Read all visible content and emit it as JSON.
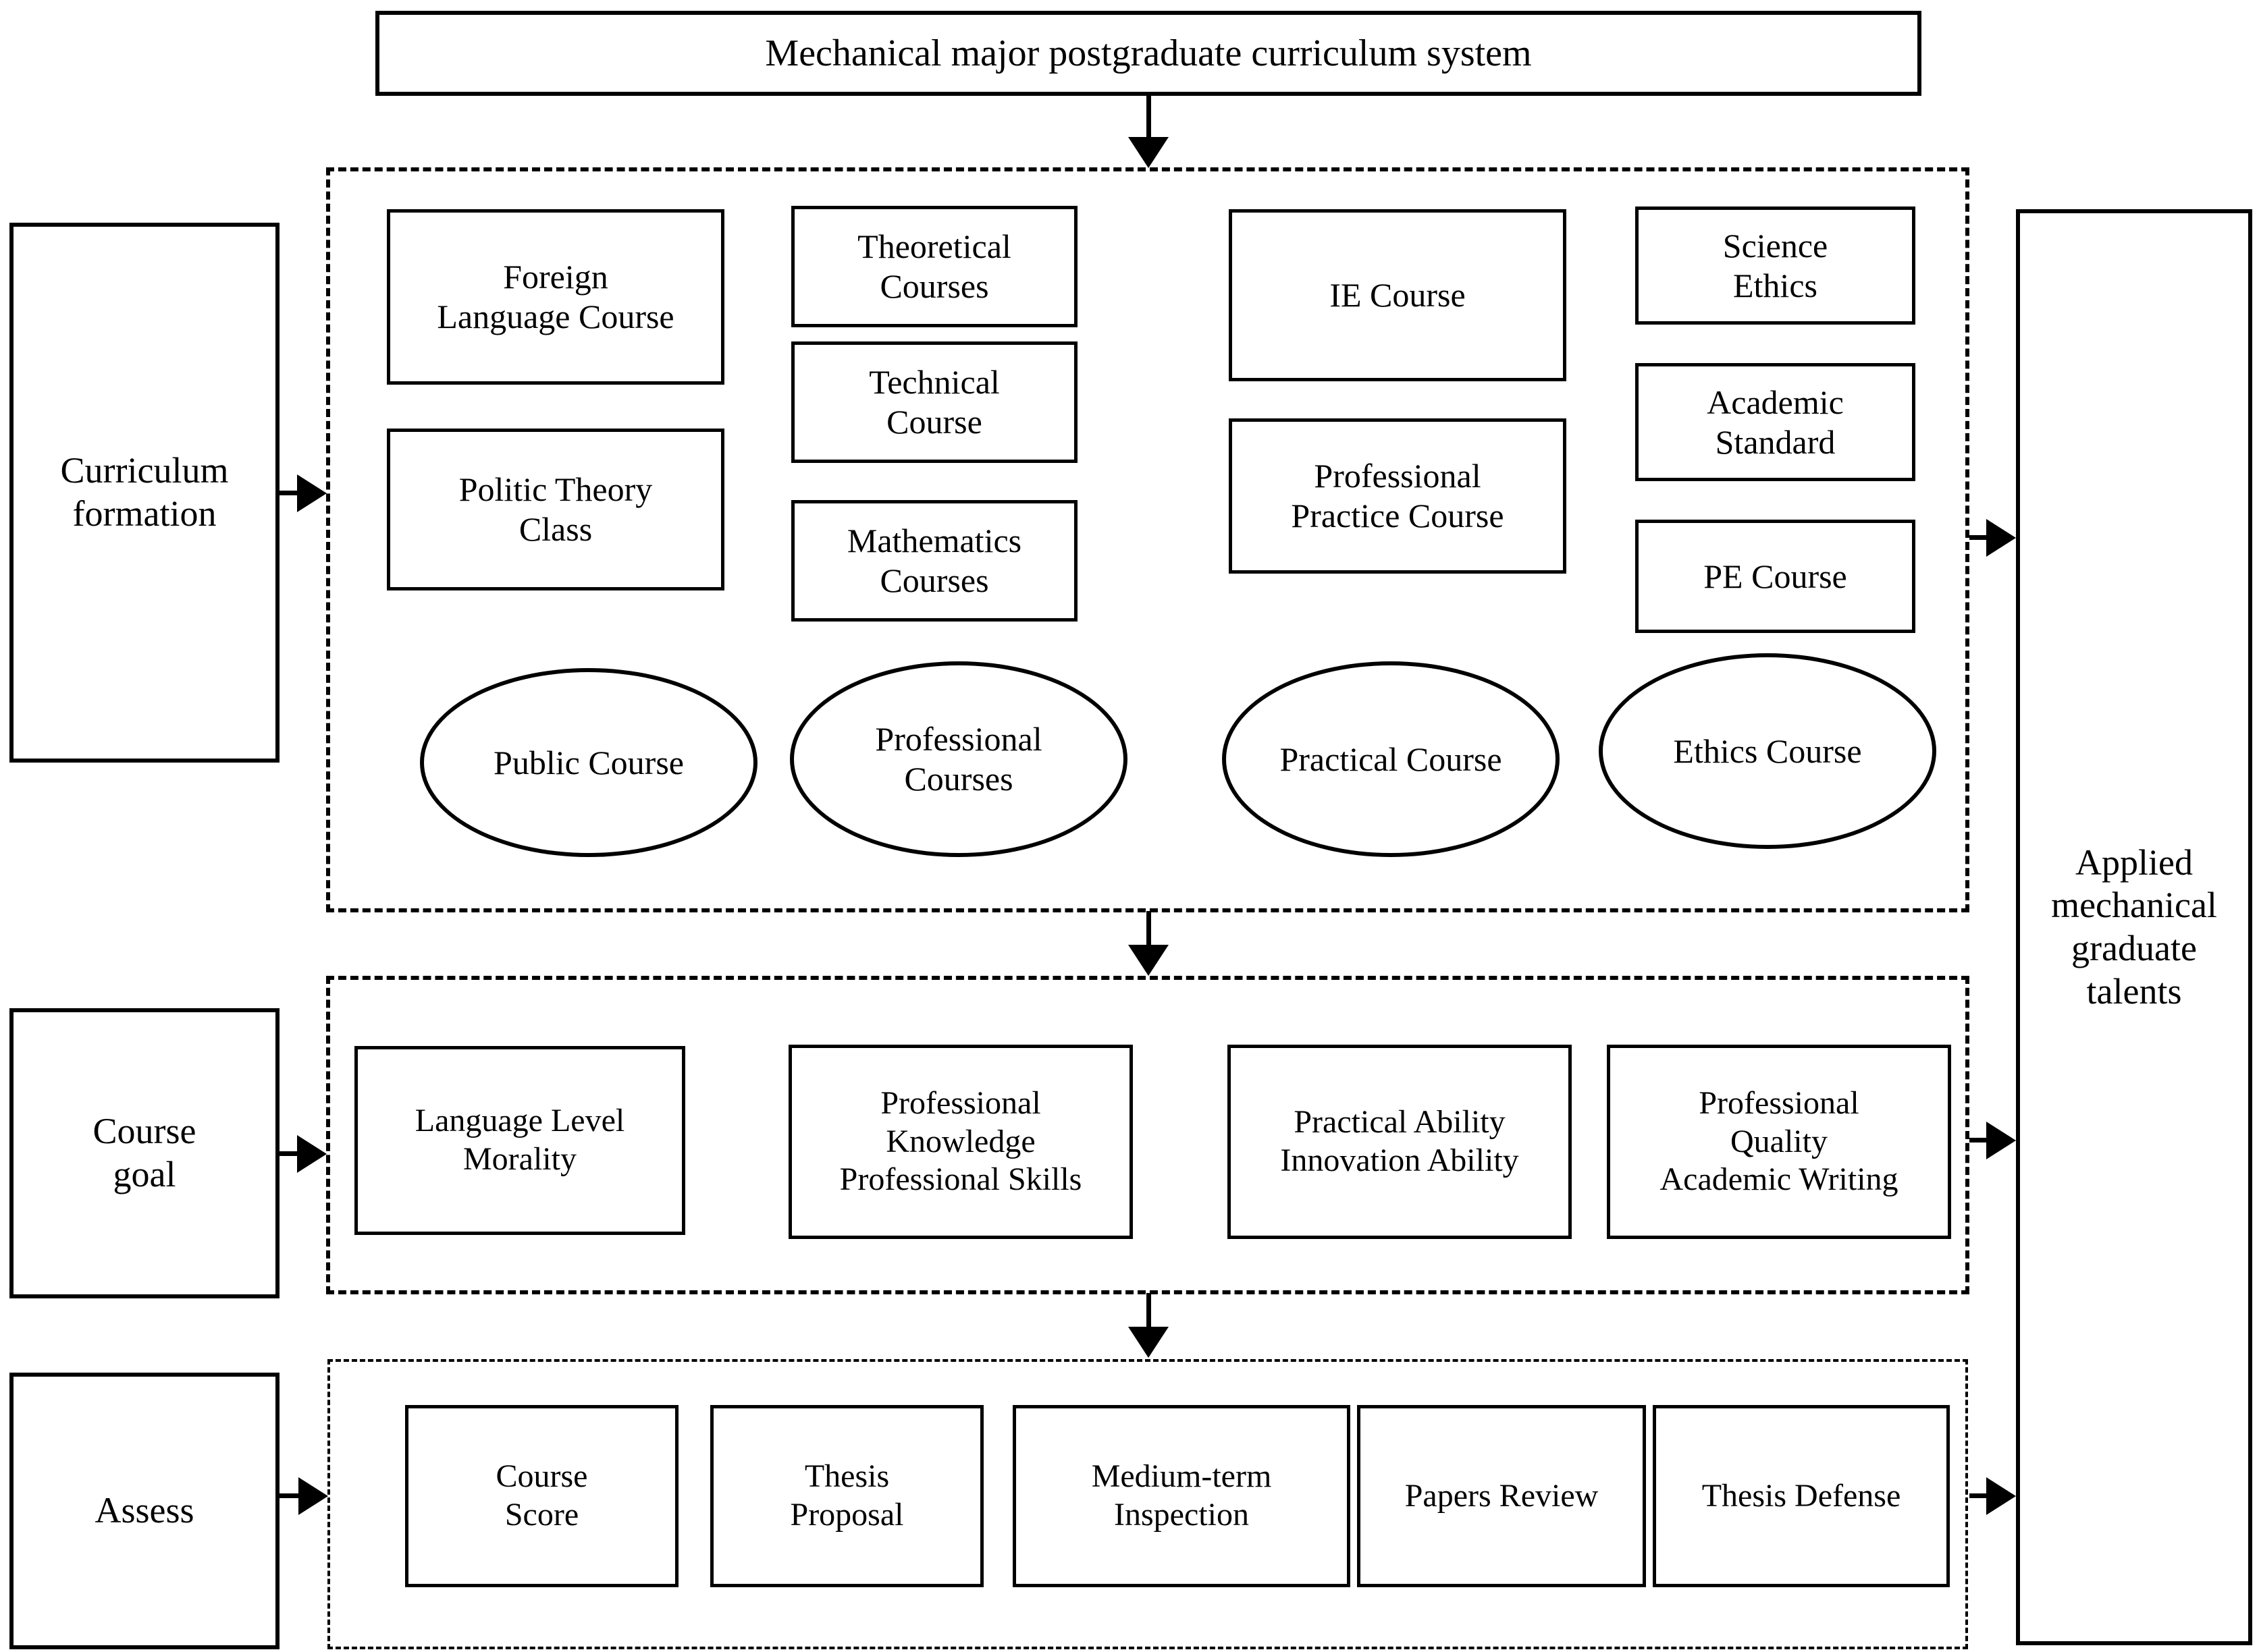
{
  "title": {
    "text": "Mechanical major postgraduate curriculum system"
  },
  "outcome": {
    "label": "Applied\nmechanical\ngraduate\ntalents"
  },
  "rows": [
    {
      "stage_label": "Curriculum\nformation",
      "name": "curriculum-formation",
      "boxes": [
        {
          "label": "Foreign\nLanguage Course",
          "name": "foreign-language-course"
        },
        {
          "label": "Politic Theory\nClass",
          "name": "politic-theory-class"
        },
        {
          "label": "Theoretical\nCourses",
          "name": "theoretical-courses"
        },
        {
          "label": "Technical\nCourse",
          "name": "technical-course"
        },
        {
          "label": "Mathematics\nCourses",
          "name": "mathematics-courses"
        },
        {
          "label": "IE Course",
          "name": "ie-course"
        },
        {
          "label": "Professional\nPractice Course",
          "name": "professional-practice-course"
        },
        {
          "label": "Science\nEthics",
          "name": "science-ethics"
        },
        {
          "label": "Academic\nStandard",
          "name": "academic-standard"
        },
        {
          "label": "PE Course",
          "name": "pe-course"
        }
      ],
      "ellipses": [
        {
          "label": "Public Course",
          "name": "public-course"
        },
        {
          "label": "Professional\nCourses",
          "name": "professional-courses"
        },
        {
          "label": "Practical Course",
          "name": "practical-course"
        },
        {
          "label": "Ethics Course",
          "name": "ethics-course"
        }
      ]
    },
    {
      "stage_label": "Course\ngoal",
      "name": "course-goal",
      "boxes": [
        {
          "label": "Language Level\nMorality",
          "name": "language-level-morality"
        },
        {
          "label": "Professional\nKnowledge\nProfessional Skills",
          "name": "professional-knowledge-skills"
        },
        {
          "label": "Practical Ability\nInnovation Ability",
          "name": "practical-innovation-ability"
        },
        {
          "label": "Professional\nQuality\nAcademic Writing",
          "name": "professional-quality-academic-writing"
        }
      ]
    },
    {
      "stage_label": "Assess",
      "name": "assess",
      "boxes": [
        {
          "label": "Course\nScore",
          "name": "course-score"
        },
        {
          "label": "Thesis\nProposal",
          "name": "thesis-proposal"
        },
        {
          "label": "Medium-term\nInspection",
          "name": "medium-term-inspection"
        },
        {
          "label": "Papers Review",
          "name": "papers-review"
        },
        {
          "label": "Thesis Defense",
          "name": "thesis-defense"
        }
      ]
    }
  ],
  "colors": {
    "stroke": "#000000",
    "background": "#ffffff"
  }
}
